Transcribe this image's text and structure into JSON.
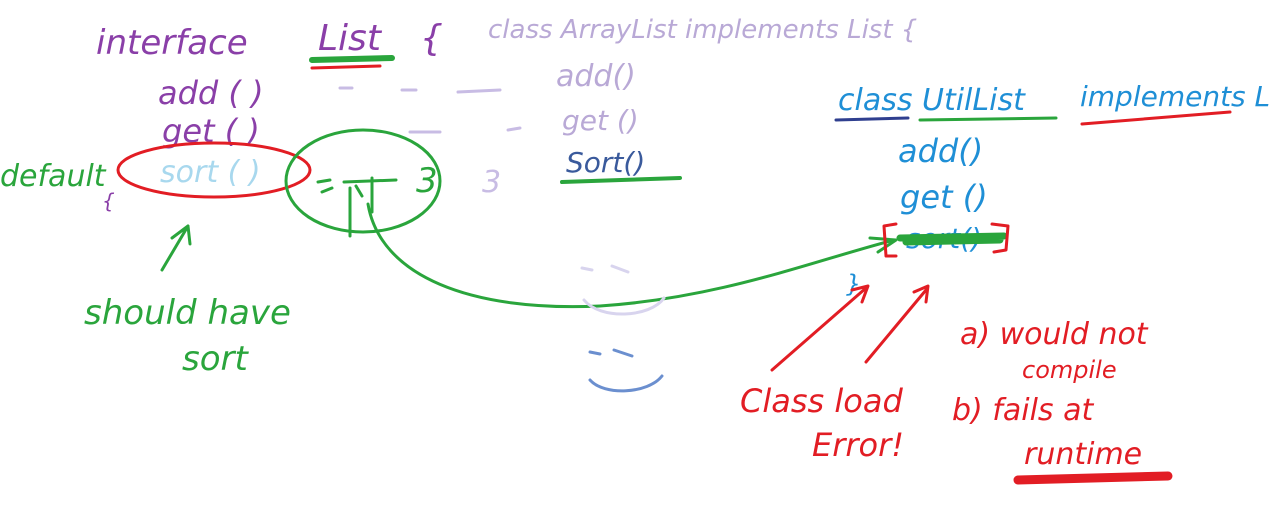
{
  "colors": {
    "purple": "#8a3fa8",
    "faded_purple": "#b9a9d6",
    "blue": "#1f8fd6",
    "light_blue": "#a8d8ee",
    "green": "#2aa53c",
    "red": "#e21d24",
    "dark_blue": "#3a5a9c",
    "navy": "#2f3f8f",
    "dark_red": "#c4151b",
    "faint_purple": "#c8bce4",
    "faint_face": "#d8d4ee",
    "face_blue": "#6b8fcf"
  },
  "interface_block": {
    "keyword": "interface",
    "name": "List",
    "brace": "{",
    "methods": [
      "add ( )",
      "get ( )"
    ],
    "default_label": "default",
    "default_brace": "{",
    "default_method": "sort ( )"
  },
  "note_should_have": [
    "should have",
    "sort"
  ],
  "arraylist_block": {
    "header": "class ArrayList implements List {",
    "methods": [
      "add()",
      "get ()"
    ],
    "sort_method": "Sort()",
    "body_braces": "{      }",
    "closing": "}"
  },
  "utillist_block": {
    "keyword": "class",
    "name": "UtilList",
    "implements": "implements List",
    "methods": [
      "add()",
      "get ()"
    ],
    "scratched_method": "sort()",
    "closing": "}"
  },
  "errors": {
    "class_load_error": [
      "Class load",
      "Error!"
    ],
    "items": [
      "a) would not",
      "compile",
      "b) fails at",
      "runtime"
    ]
  }
}
